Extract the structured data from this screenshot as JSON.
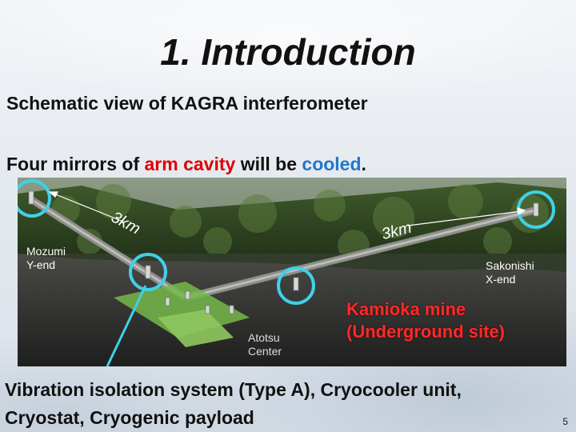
{
  "slide": {
    "title": "1. Introduction",
    "subtitle": "Schematic view of KAGRA interferometer",
    "line2_prefix": "Four mirrors of ",
    "line2_red": "arm cavity",
    "line2_mid": " will be ",
    "line2_blue": "cooled",
    "line2_end": ".",
    "bottom_line1": "Vibration isolation system (Type A), Cryocooler unit,",
    "bottom_line2": "Cryostat, Cryogenic payload",
    "page_number": "5"
  },
  "figure": {
    "arm_label_left": "3km",
    "arm_label_right": "3km",
    "mozumi_line1": "Mozumi",
    "mozumi_line2": "Y-end",
    "sakonishi_line1": "Sakonishi",
    "sakonishi_line2": "X-end",
    "atotsu_line1": "Atotsu",
    "atotsu_line2": "Center",
    "mine_line1": "Kamioka mine",
    "mine_line2": "(Underground site)"
  },
  "colors": {
    "highlight_red": "#e00000",
    "highlight_blue": "#2277cc",
    "mirror_circle": "#40d0e8",
    "mine_label": "#ff2a2a"
  }
}
